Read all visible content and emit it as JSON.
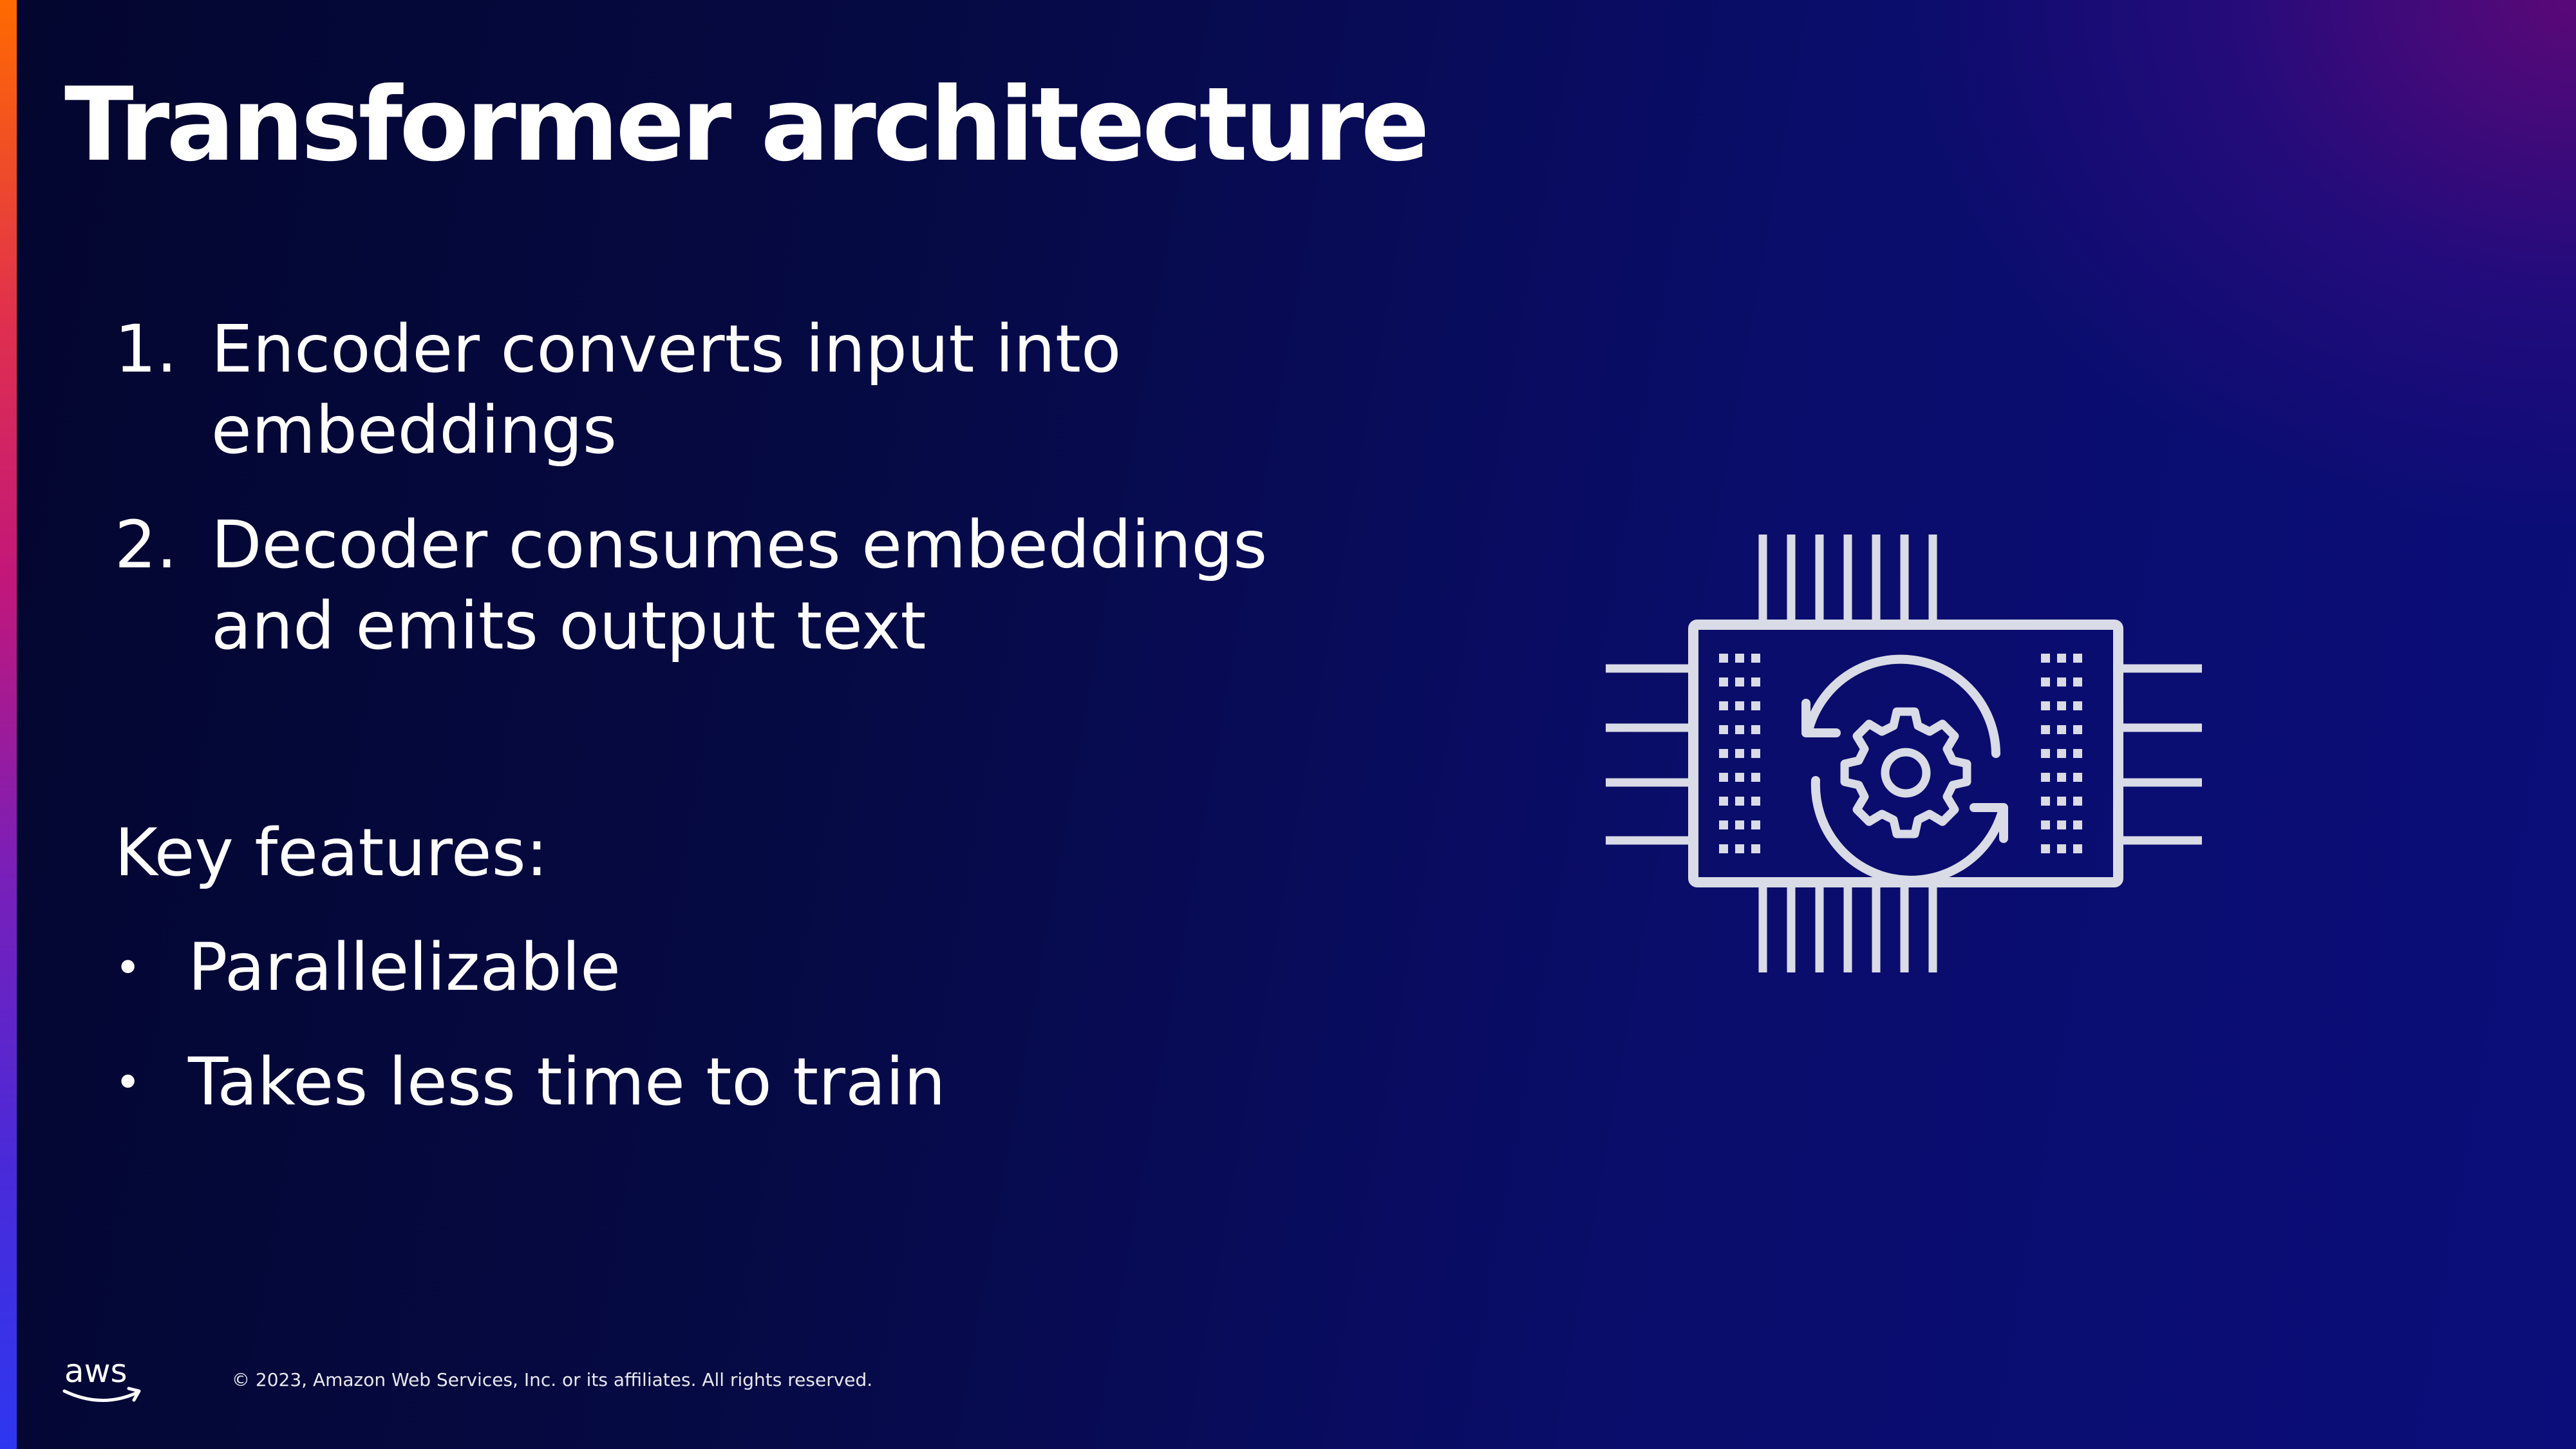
{
  "slide": {
    "title": "Transformer architecture",
    "numbered_items": [
      {
        "marker": "1.",
        "text": "Encoder converts input into embeddings"
      },
      {
        "marker": "2.",
        "text": "Decoder consumes embeddings and emits output text"
      }
    ],
    "features_heading": "Key features:",
    "bullets": [
      {
        "marker": "•",
        "text": "Parallelizable"
      },
      {
        "marker": "•",
        "text": "Takes less time to train"
      }
    ],
    "illustration_icon": "processor-chip-with-gear-icon"
  },
  "footer": {
    "logo_text": "aws",
    "copyright": "© 2023, Amazon Web Services, Inc. or its affiliates. All rights reserved."
  },
  "colors": {
    "background_dark": "#03062e",
    "background_navy": "#0b0d7a",
    "background_purple": "#5f0878",
    "accent_orange": "#ff6a00",
    "accent_blue": "#2e37f0",
    "icon_stroke": "#d9dbe6",
    "text": "#ffffff"
  }
}
